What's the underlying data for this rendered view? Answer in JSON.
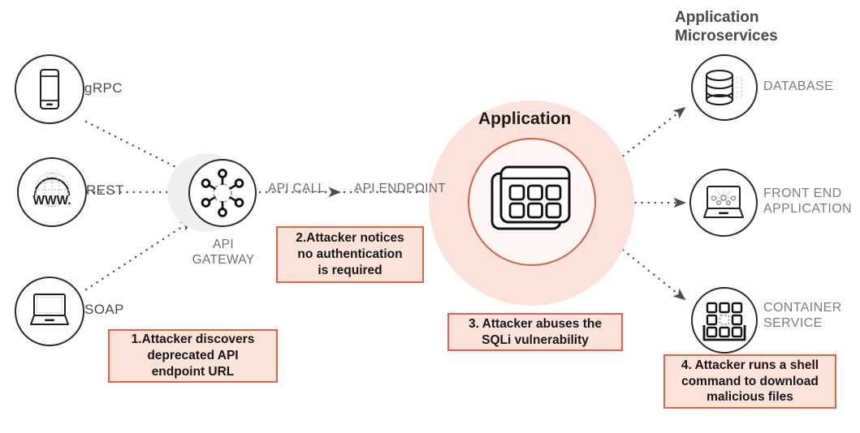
{
  "diagram": {
    "title": "API attack flow through API gateway to application microservices",
    "colors": {
      "callout_fill": "#fbe3da",
      "callout_border": "#e2634a",
      "app_halo": "#fbe2da",
      "gateway_halo": "#f0f0f0",
      "stroke": "#2b2b2b",
      "label_gray": "#7d7d7d",
      "heading_gray": "#4a4a4a"
    }
  },
  "clients": [
    {
      "id": "grpc",
      "label": "gRPC",
      "icon": "mobile-phone-icon"
    },
    {
      "id": "rest",
      "label": "REST",
      "icon": "globe-www-icon"
    },
    {
      "id": "soap",
      "label": "SOAP",
      "icon": "laptop-icon"
    }
  ],
  "gateway": {
    "caption": "API\nGATEWAY",
    "icon": "api-gateway-nodes-icon"
  },
  "flow_labels": [
    {
      "id": "api-call",
      "label": "API CALL"
    },
    {
      "id": "api-endpoint",
      "label": "API ENDPOINT"
    }
  ],
  "application": {
    "heading": "Application",
    "icon": "application-window-grid-icon"
  },
  "microservices": {
    "heading": "Application\nMicroservices",
    "items": [
      {
        "id": "database",
        "label": "DATABASE",
        "icon": "database-cylinder-icon"
      },
      {
        "id": "frontend",
        "label": "FRONT END\nAPPLICATION",
        "icon": "laptop-dashboard-icon"
      },
      {
        "id": "container",
        "label": "CONTAINER\nSERVICE",
        "icon": "container-grid-icon"
      }
    ]
  },
  "callouts": [
    {
      "id": "step-1",
      "text": "1.Attacker discovers\ndeprecated API\nendpoint URL"
    },
    {
      "id": "step-2",
      "text": "2.Attacker notices\nno authentication\nis required"
    },
    {
      "id": "step-3",
      "text": "3. Attacker abuses the\nSQLi vulnerability"
    },
    {
      "id": "step-4",
      "text": "4. Attacker runs a shell\ncommand to download\nmalicious files"
    }
  ]
}
